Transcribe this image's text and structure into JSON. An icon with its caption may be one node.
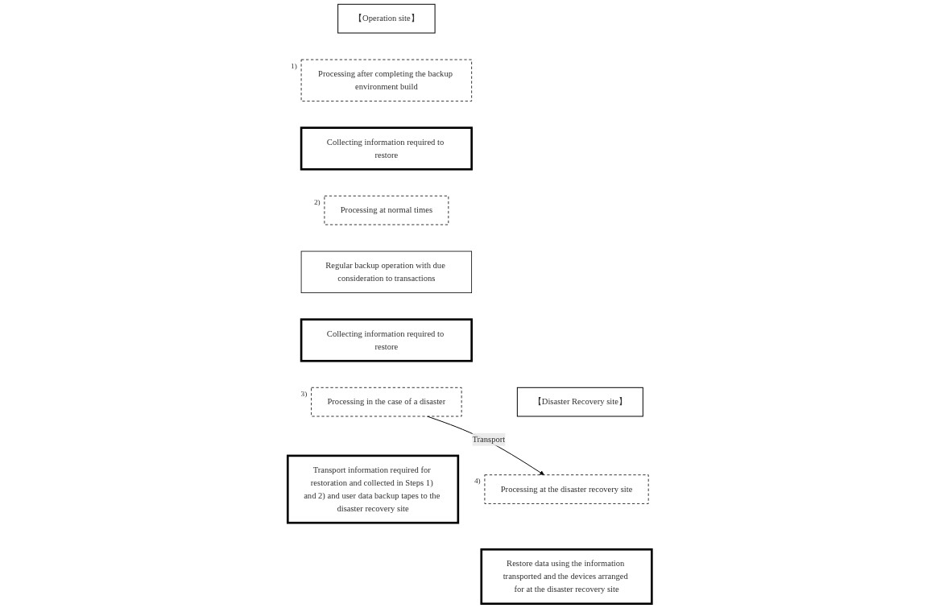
{
  "diagram": {
    "nodes": [
      {
        "text": [
          "【Operation site】"
        ]
      },
      {
        "text": [
          "Processing after completing the backup environment build"
        ],
        "beside": [
          "1)"
        ]
      },
      {
        "text": [
          "Collecting information required to restore"
        ]
      },
      {
        "text": [
          "Processing at normal times"
        ],
        "beside": [
          "2)"
        ]
      },
      {
        "text": [
          "Regular backup operation with due consideration to transactions"
        ]
      },
      {
        "text": [
          "Collecting information required to restore"
        ]
      },
      {
        "text": [
          "Processing in the case of a disaster"
        ],
        "beside": [
          "3)"
        ]
      },
      {
        "text": [
          "Transport information required for restoration and collected in Steps 1) and 2) and user data backup tapes to the disaster recovery site"
        ]
      },
      {
        "text": [
          "【Disaster Recovery site】"
        ]
      },
      {
        "text": [
          "Processing at the disaster recovery site"
        ],
        "beside": [
          "4)"
        ]
      },
      {
        "text": [
          "Restore data using the information transported and the devices arranged for at the disaster recovery site"
        ]
      }
    ],
    "edges": [
      {
        "from": 6,
        "to": 9,
        "arrow": "to",
        "label": "Transport"
      }
    ]
  }
}
